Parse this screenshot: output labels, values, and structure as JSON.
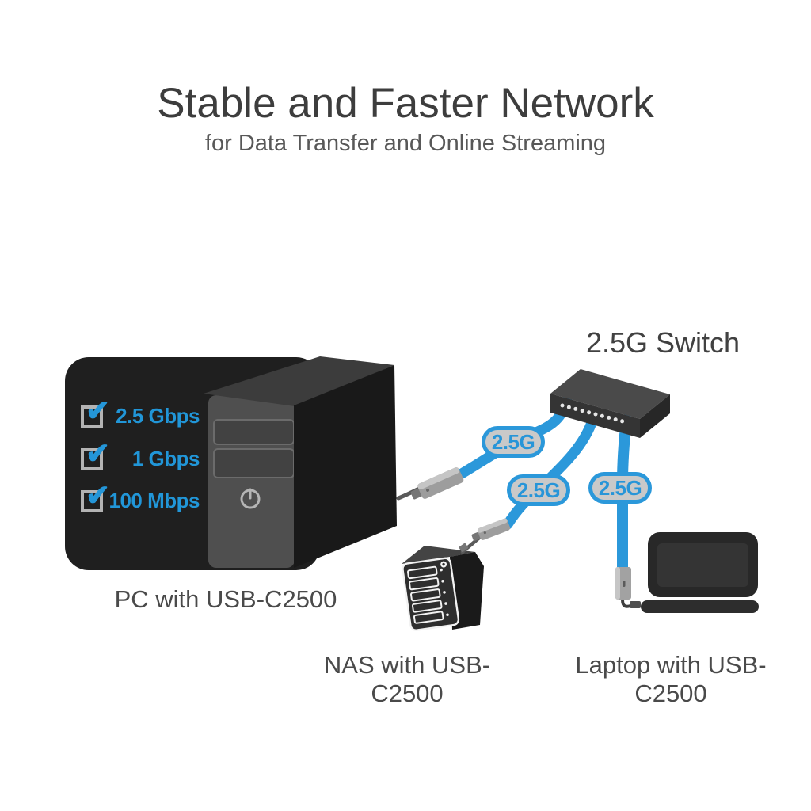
{
  "title": "Stable and Faster Network",
  "subtitle": "for Data Transfer and Online Streaming",
  "icons": {
    "checkmark": "✔"
  },
  "colors": {
    "cable_blue": "#2b98da",
    "speed_text_blue": "#2196d8",
    "badge_fill": "#c9c9c9",
    "heading_text": "#3d3d3d",
    "subtitle_text": "#585858",
    "device_label_text": "#4a4a4a",
    "pc_panel_black": "#1f1f1f"
  },
  "pc": {
    "label": "PC with USB-C2500",
    "speeds": [
      {
        "label": "2.5 Gbps",
        "checked": true
      },
      {
        "label": "1 Gbps",
        "checked": true
      },
      {
        "label": "100 Mbps",
        "checked": true
      }
    ]
  },
  "switch": {
    "label": "2.5G Switch",
    "led_count": 10
  },
  "nas": {
    "label": "NAS with USB-C2500",
    "drive_bays": 5
  },
  "laptop": {
    "label": "Laptop with USB-C2500"
  },
  "links": [
    {
      "from": "PC",
      "to": "2.5G Switch",
      "label": "2.5G"
    },
    {
      "from": "NAS",
      "to": "2.5G Switch",
      "label": "2.5G"
    },
    {
      "from": "Laptop",
      "to": "2.5G Switch",
      "label": "2.5G"
    }
  ]
}
